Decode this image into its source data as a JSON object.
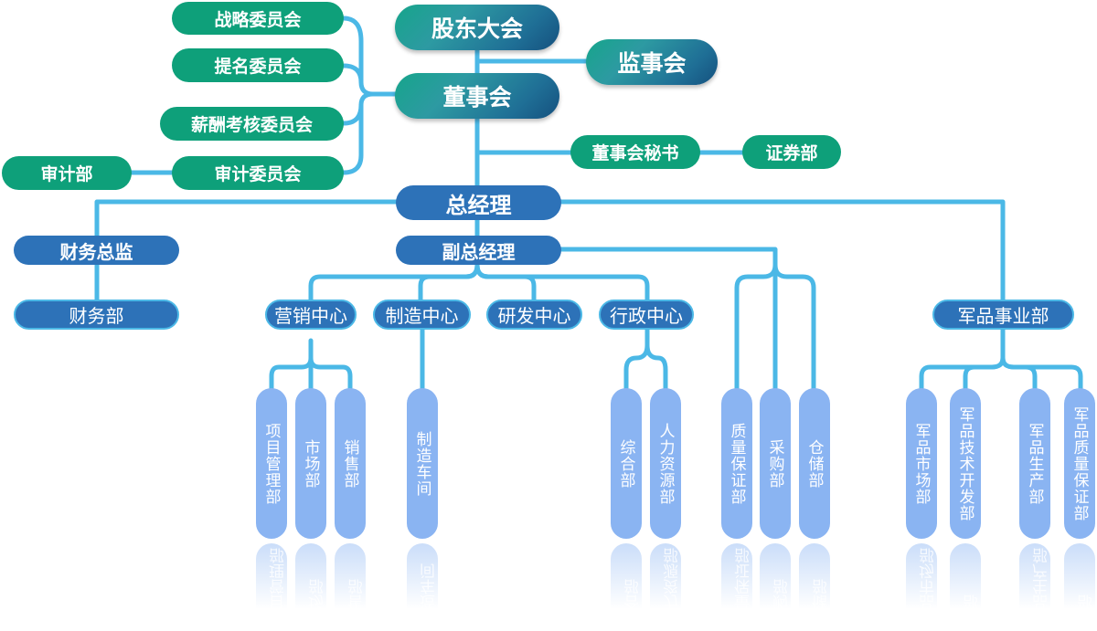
{
  "colors": {
    "connector": "#4bb8e6",
    "committee_green": "#0ea07a",
    "governance_gradient": [
      "#16a58b",
      "#15507e"
    ],
    "management_blue": "#2d72b8",
    "department_light_blue": "#8ab4f2"
  },
  "governance": {
    "shareholders_meeting": "股东大会",
    "supervisory_board": "监事会",
    "board_of_directors": "董事会"
  },
  "committees": [
    "战略委员会",
    "提名委员会",
    "薪酬考核委员会",
    "审计委员会"
  ],
  "audit_department": "审计部",
  "board_secretary": "董事会秘书",
  "securities_department": "证券部",
  "general_manager": "总经理",
  "cfo": "财务总监",
  "finance_department": "财务部",
  "deputy_general_manager": "副总经理",
  "centers": [
    "营销中心",
    "制造中心",
    "研发中心",
    "行政中心"
  ],
  "military_division": "军品事业部",
  "departments": {
    "marketing": [
      "项目管理部",
      "市场部",
      "销售部"
    ],
    "manufacturing": [
      "制造车间"
    ],
    "administration": [
      "综合部",
      "人力资源部"
    ],
    "deputy_direct": [
      "质量保证部",
      "采购部",
      "仓储部"
    ],
    "military": [
      "军品市场部",
      "军品技术开发部",
      "军品生产部",
      "军品质量保证部"
    ]
  }
}
